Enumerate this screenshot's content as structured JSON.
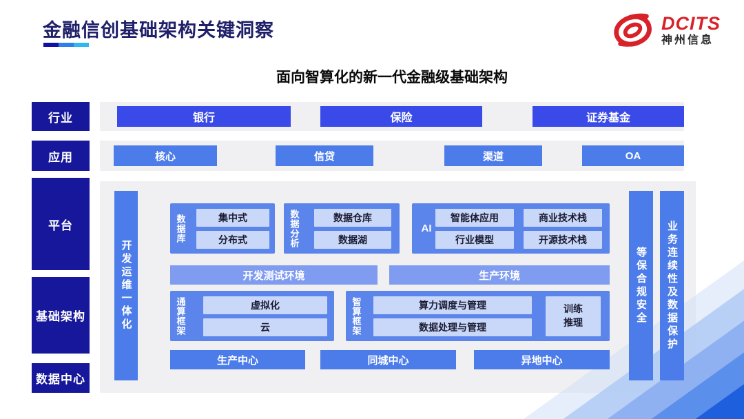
{
  "slide": {
    "title": "金融信创基础架构关键洞察",
    "subtitle": "面向智算化的新一代金融级基础架构"
  },
  "logo": {
    "brand": "DCITS",
    "company": "神州信息"
  },
  "side_labels": {
    "industry": "行业",
    "application": "应用",
    "platform": "平台",
    "infrastructure": "基础架构",
    "datacenter": "数据中心"
  },
  "industry_row": {
    "items": [
      "银行",
      "保险",
      "证券基金"
    ]
  },
  "application_row": {
    "items": [
      "核心",
      "信贷",
      "渠道",
      "OA"
    ]
  },
  "platform": {
    "devops_bar": "开发运维一体化",
    "security_bar": "等保合规安全",
    "continuity_bar": "业务连续性及数据保护",
    "database": {
      "label": "数据库",
      "items": [
        "集中式",
        "分布式"
      ]
    },
    "analytics": {
      "label": "数据分析",
      "items": [
        "数据仓库",
        "数据湖"
      ]
    },
    "ai": {
      "label": "AI",
      "items": [
        "智能体应用",
        "商业技术栈",
        "行业模型",
        "开源技术栈"
      ]
    },
    "environments": [
      "开发测试环境",
      "生产环境"
    ],
    "general_compute": {
      "label": "通算框架",
      "items": [
        "虚拟化",
        "云"
      ]
    },
    "intelligent_compute": {
      "label": "智算框架",
      "items": [
        "算力调度与管理",
        "数据处理与管理"
      ],
      "side": "训练推理"
    },
    "centers": [
      "生产中心",
      "同城中心",
      "异地中心"
    ]
  },
  "colors": {
    "navy": "#17179C",
    "primary_blue": "#3A4AE9",
    "mid_blue": "#4C7CEA",
    "group_blue": "#5C85EC",
    "env_blue": "#7F9CF1",
    "pill_blue": "#C9D8F8",
    "logo_red": "#D8222A",
    "title_navy": "#20206A",
    "underline_segments": [
      "#1212A2",
      "#2E7FE9",
      "#30B6F0"
    ]
  }
}
